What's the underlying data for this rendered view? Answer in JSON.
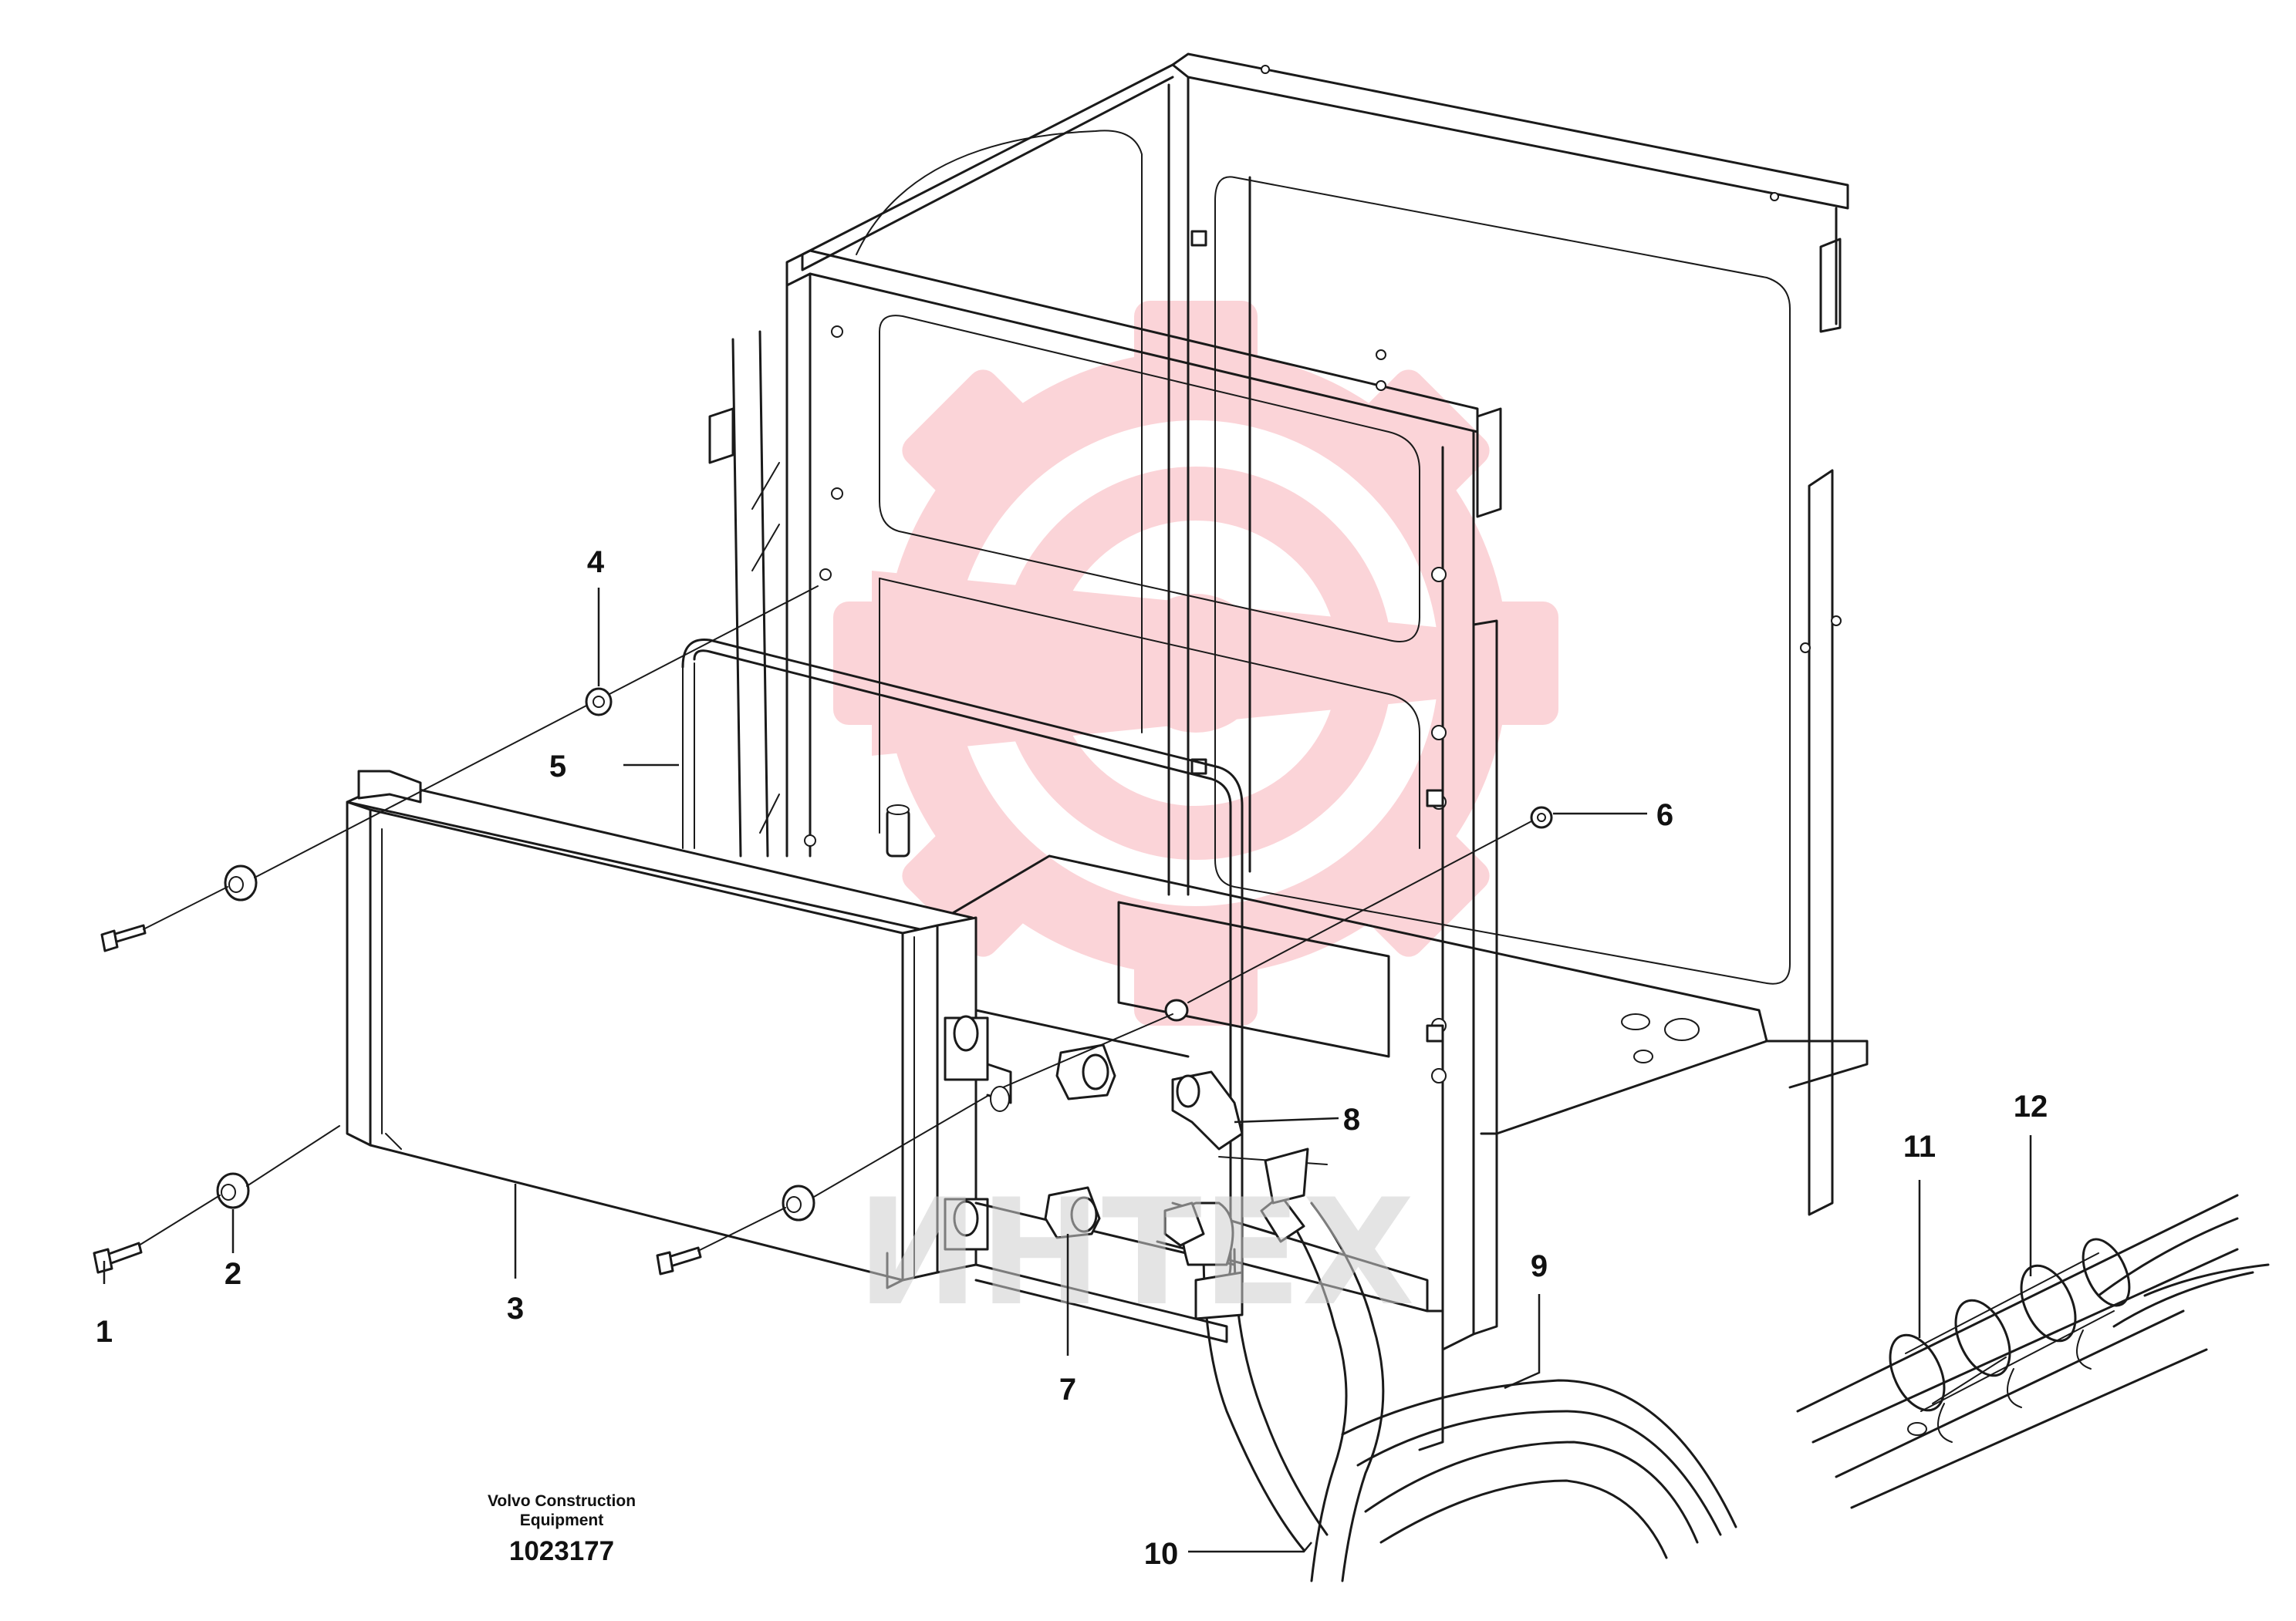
{
  "watermark": {
    "logo": "gear-logo",
    "text": "ИНТЕХ",
    "color": "#f04050"
  },
  "callouts": [
    {
      "label": "1"
    },
    {
      "label": "2"
    },
    {
      "label": "3"
    },
    {
      "label": "4"
    },
    {
      "label": "5"
    },
    {
      "label": "6"
    },
    {
      "label": "7"
    },
    {
      "label": "8"
    },
    {
      "label": "9"
    },
    {
      "label": "10"
    },
    {
      "label": "11"
    },
    {
      "label": "12"
    }
  ],
  "caption": {
    "line1": "Volvo Construction",
    "line2": "Equipment",
    "doc_number": "1023177"
  }
}
